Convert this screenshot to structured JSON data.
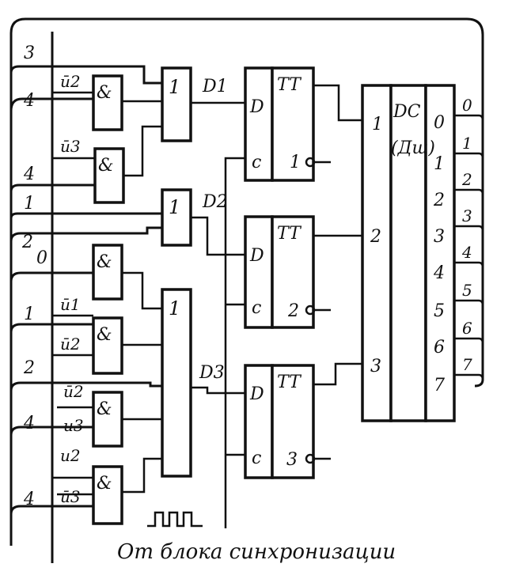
{
  "diagram": {
    "caption": "От блока синхронизации",
    "colors": {
      "ink": "#111111",
      "paper": "#ffffff"
    },
    "left_labels": [
      "3",
      "4",
      "4",
      "1",
      "2",
      "0",
      "1",
      "2",
      "4",
      "4"
    ],
    "input_labels": [
      "ū2",
      "ū3",
      "ū1",
      "ū2",
      "ū2",
      "u3",
      "u2",
      "ū3"
    ],
    "and_symbol": "&",
    "or_symbol": "1",
    "d_labels": [
      "D1",
      "D2",
      "D3"
    ],
    "flipflops": [
      {
        "d": "D",
        "c": "c",
        "tt": "TT",
        "out": "1"
      },
      {
        "d": "D",
        "c": "c",
        "tt": "TT",
        "out": "2"
      },
      {
        "d": "D",
        "c": "c",
        "tt": "TT",
        "out": "3"
      }
    ],
    "decoder": {
      "title": "DC",
      "subtitle": "(Дш)",
      "inputs": [
        "1",
        "2",
        "3"
      ],
      "outputs": [
        "0",
        "1",
        "2",
        "3",
        "4",
        "5",
        "6",
        "7"
      ]
    },
    "right_labels": [
      "0",
      "1",
      "2",
      "3",
      "4",
      "5",
      "6",
      "7"
    ],
    "clock_icon": "clock-pulse-icon"
  }
}
